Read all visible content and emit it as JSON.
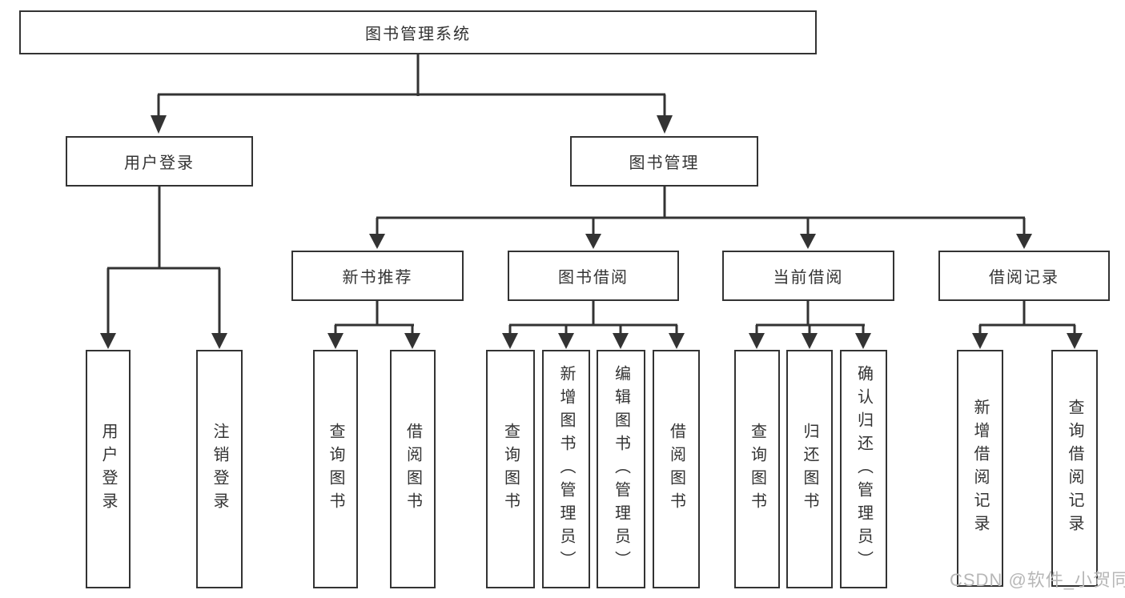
{
  "colors": {
    "line": "#333333",
    "border": "#333333",
    "text": "#333333",
    "background": "#ffffff",
    "watermark": "#b7b7b7"
  },
  "watermark": {
    "text": "CSDN @软件_小贺同学"
  },
  "tree": {
    "label": "图书管理系统",
    "children": [
      {
        "label": "用户登录",
        "children": [
          {
            "label": "用户登录"
          },
          {
            "label": "注销登录"
          }
        ]
      },
      {
        "label": "图书管理",
        "children": [
          {
            "label": "新书推荐",
            "children": [
              {
                "label": "查询图书"
              },
              {
                "label": "借阅图书"
              }
            ]
          },
          {
            "label": "图书借阅",
            "children": [
              {
                "label": "查询图书"
              },
              {
                "label": "新增图书（管理员）"
              },
              {
                "label": "编辑图书（管理员）"
              },
              {
                "label": "借阅图书"
              }
            ]
          },
          {
            "label": "当前借阅",
            "children": [
              {
                "label": "查询图书"
              },
              {
                "label": "归还图书"
              },
              {
                "label": "确认归还（管理员）"
              }
            ]
          },
          {
            "label": "借阅记录",
            "children": [
              {
                "label": "新增借阅记录"
              },
              {
                "label": "查询借阅记录"
              }
            ]
          }
        ]
      }
    ]
  }
}
